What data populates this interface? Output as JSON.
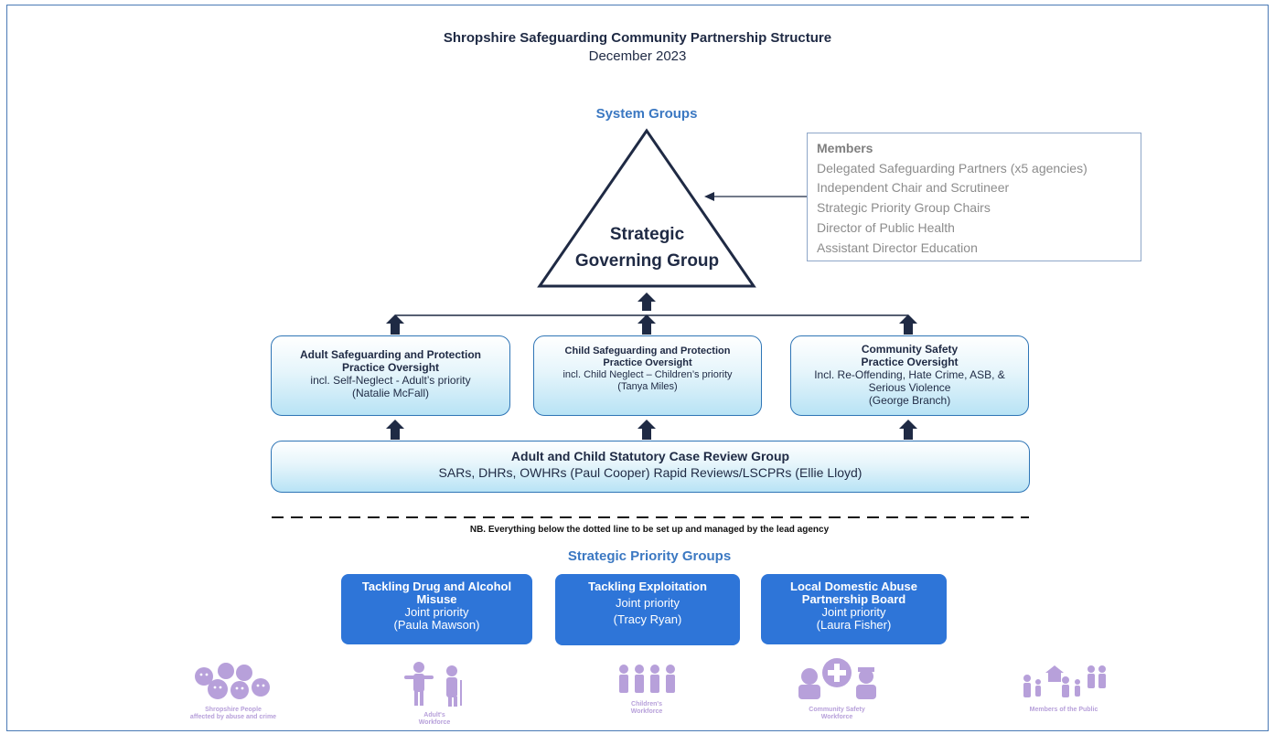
{
  "header": {
    "title": "Shropshire Safeguarding Community Partnership Structure",
    "subtitle": "December 2023"
  },
  "system_groups_label": "System Groups",
  "strategic_group": {
    "line1": "Strategic",
    "line2": "Governing Group"
  },
  "members": {
    "heading": "Members",
    "items": [
      "Delegated Safeguarding Partners (x5 agencies)",
      "Independent Chair and  Scrutineer",
      "Strategic Priority Group Chairs",
      "Director of Public Health",
      "Assistant Director Education"
    ]
  },
  "practice_groups": [
    {
      "title1": "Adult Safeguarding and Protection",
      "title2": "Practice Oversight",
      "detail": "incl. Self-Neglect - Adult’s priority",
      "extra": "",
      "lead": "(Natalie McFall)"
    },
    {
      "title1": "Child Safeguarding and Protection",
      "title2": "Practice Oversight",
      "detail": "incl. Child Neglect – Children’s priority",
      "extra": "",
      "lead": "(Tanya Miles)"
    },
    {
      "title1": "Community Safety",
      "title2": "Practice Oversight",
      "detail": "Incl. Re-Offending, Hate Crime, ASB, &",
      "extra": "Serious Violence",
      "lead": "(George Branch)"
    }
  ],
  "review_group": {
    "title": "Adult and Child Statutory Case Review Group",
    "detail": "SARs, DHRs, OWHRs (Paul Cooper) Rapid Reviews/LSCPRs (Ellie Lloyd)"
  },
  "nb_note": "NB. Everything below the dotted line to be set up and managed by the lead agency",
  "strategic_priority_label": "Strategic Priority Groups",
  "priority_groups": [
    {
      "title1": "Tackling Drug and Alcohol",
      "title2": "Misuse",
      "detail": "Joint priority",
      "lead": "(Paula Mawson)"
    },
    {
      "title1": "Tackling Exploitation",
      "title2": "",
      "detail": "Joint priority",
      "lead": "(Tracy Ryan)"
    },
    {
      "title1": "Local Domestic Abuse",
      "title2": "Partnership Board",
      "detail": "Joint priority",
      "lead": "(Laura Fisher)"
    }
  ],
  "footer_icons": [
    {
      "icon": "sad-faces-icon",
      "label1": "Shropshire People",
      "label2": "affected by abuse and crime"
    },
    {
      "icon": "adults-icon",
      "label1": "Adult's",
      "label2": "Workforce"
    },
    {
      "icon": "children-icon",
      "label1": "Children's",
      "label2": "Workforce"
    },
    {
      "icon": "community-safety-icon",
      "label1": "Community Safety",
      "label2": "Workforce"
    },
    {
      "icon": "public-icon",
      "label1": "Members of the Public",
      "label2": ""
    }
  ],
  "colors": {
    "navy": "#1f2a44",
    "accent_blue": "#3b78c2",
    "box_blue": "#2e75d8",
    "light_purple": "#b7a0da"
  }
}
